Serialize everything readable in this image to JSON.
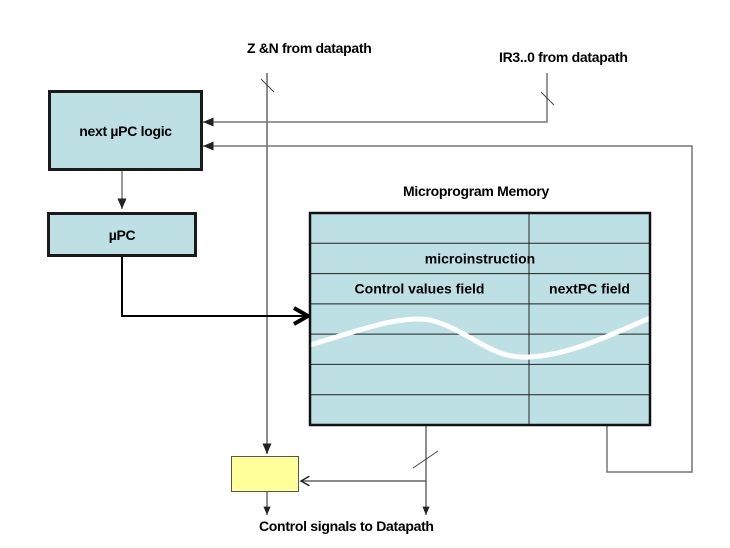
{
  "diagram": {
    "inputs": {
      "zn_label": "Z &N from datapath",
      "ir_label": "IR3..0 from datapath"
    },
    "blocks": {
      "next_upc_logic": "next µPC logic",
      "upc": "µPC"
    },
    "memory": {
      "title": "Microprogram Memory",
      "rows": [
        {
          "left": "",
          "right": "",
          "span": false
        },
        {
          "left": "microinstruction",
          "right": "",
          "span": true
        },
        {
          "left": "Control values field",
          "right": "nextPC field",
          "span": false
        },
        {
          "left": "",
          "right": "",
          "span": false
        },
        {
          "left": "",
          "right": "",
          "span": false
        },
        {
          "left": "",
          "right": "",
          "span": false
        },
        {
          "left": "",
          "right": "",
          "span": false
        }
      ]
    },
    "output_label": "Control signals to Datapath",
    "colors": {
      "block_fill": "#bce0e4",
      "mux_fill": "#ffff99",
      "wire": "#555555"
    }
  }
}
